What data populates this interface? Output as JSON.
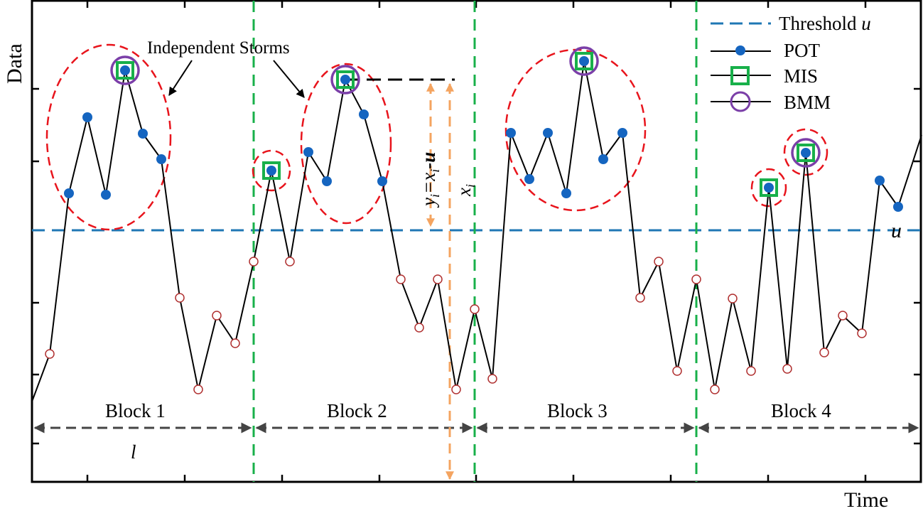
{
  "axes": {
    "ylabel": "Data",
    "xlabel": "Time"
  },
  "legend": [
    {
      "label": "Threshold ",
      "italic": "u"
    },
    {
      "label": "POT"
    },
    {
      "label": "MIS"
    },
    {
      "label": "BMM"
    }
  ],
  "annotations": {
    "independent_storms": "Independent Storms",
    "threshold_label": "u",
    "block_length": "l",
    "exceedance": "y",
    "exceedance_sub": "i",
    "exceedance_eq": "=x",
    "exceedance_rest": "-u",
    "value": "x",
    "value_sub": "i"
  },
  "blocks": [
    "Block 1",
    "Block 2",
    "Block 3",
    "Block 4"
  ],
  "colors": {
    "threshold": "#1f77b4",
    "pot": "#1565c0",
    "mis": "#18b04a",
    "bmm": "#7b3fa8",
    "storm": "#e8141c",
    "block_divider": "#18b04a",
    "arrow": "#f4a460",
    "below": "#b03030"
  }
}
